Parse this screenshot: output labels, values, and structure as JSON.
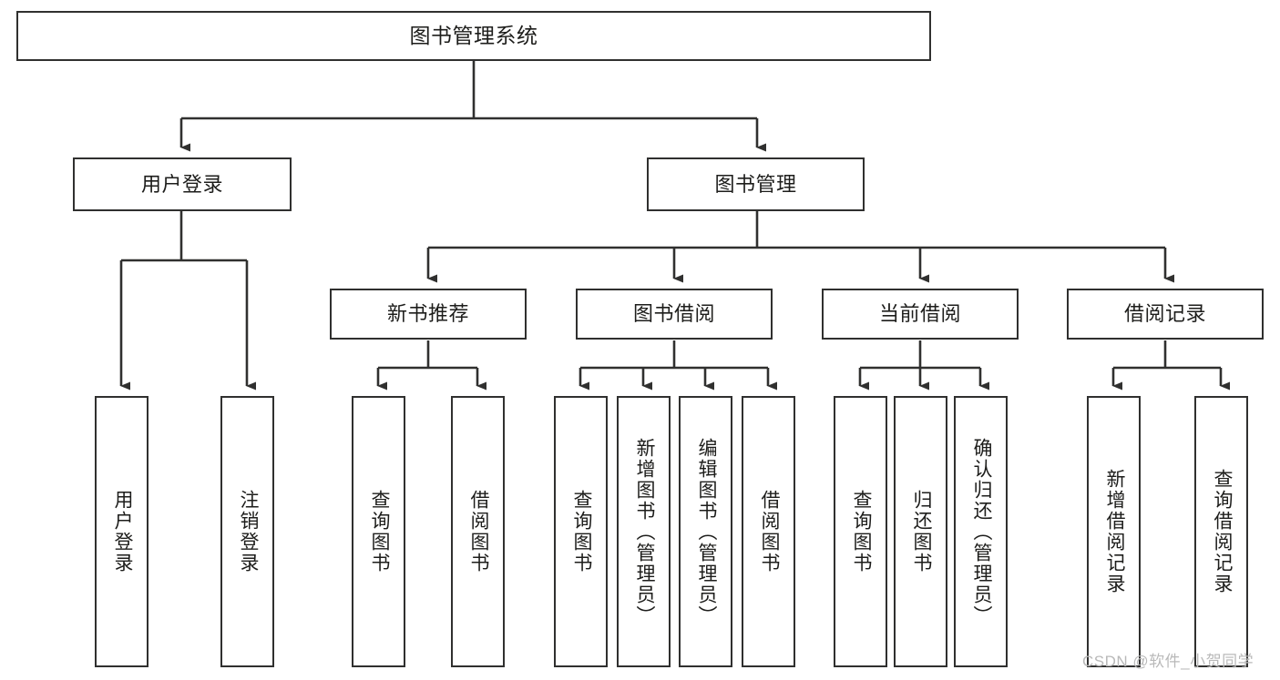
{
  "diagram": {
    "title": "图书管理系统",
    "type": "hierarchy-tree",
    "line_color": "#30302f",
    "box_fill": "#ffffff",
    "text_color": "#1d1d1b"
  },
  "levels": {
    "root": {
      "label": "图书管理系统"
    },
    "level2": [
      {
        "label": "用户登录"
      },
      {
        "label": "图书管理"
      }
    ],
    "level3": [
      {
        "label": "新书推荐"
      },
      {
        "label": "图书借阅"
      },
      {
        "label": "当前借阅"
      },
      {
        "label": "借阅记录"
      }
    ],
    "leaves": {
      "user_login": [
        {
          "label": "用户登录"
        },
        {
          "label": "注销登录"
        }
      ],
      "new_book": [
        {
          "label": "查询图书"
        },
        {
          "label": "借阅图书"
        }
      ],
      "borrow_book": [
        {
          "label": "查询图书"
        },
        {
          "label": "新增图书（管理员）"
        },
        {
          "label": "编辑图书（管理员）"
        },
        {
          "label": "借阅图书"
        }
      ],
      "current_borrow": [
        {
          "label": "查询图书"
        },
        {
          "label": "归还图书"
        },
        {
          "label": "确认归还（管理员）"
        }
      ],
      "borrow_record": [
        {
          "label": "新增借阅记录"
        },
        {
          "label": "查询借阅记录"
        }
      ]
    }
  },
  "watermark": {
    "text": "CSDN @软件_小贺同学"
  }
}
